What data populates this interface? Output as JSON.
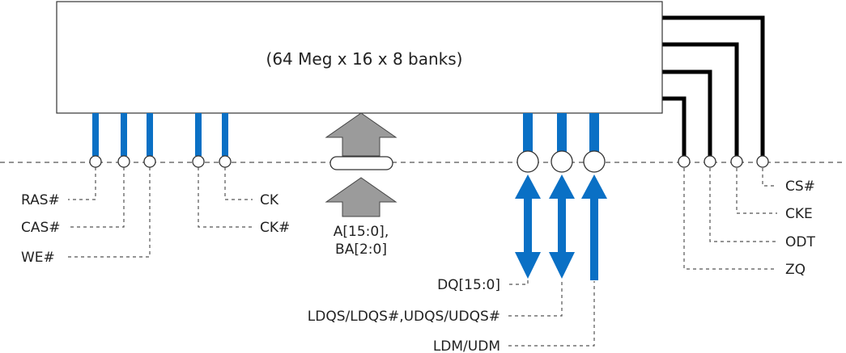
{
  "chip": {
    "label": "(64 Meg x 16 x 8 banks)"
  },
  "pins": {
    "ras": "RAS#",
    "cas": "CAS#",
    "we": "WE#",
    "ck": "CK",
    "ck_n": "CK#",
    "addr_line1": "A[15:0],",
    "addr_line2": "BA[2:0]",
    "dq": "DQ[15:0]",
    "dqs": "LDQS/LDQS#,UDQS/UDQS#",
    "dm": "LDM/UDM",
    "cs": "CS#",
    "cke": "CKE",
    "odt": "ODT",
    "zq": "ZQ"
  },
  "colors": {
    "blue": "#0a70c5",
    "gray_arrow": "#9b9b9b",
    "black": "#000000",
    "dash": "#555555"
  }
}
